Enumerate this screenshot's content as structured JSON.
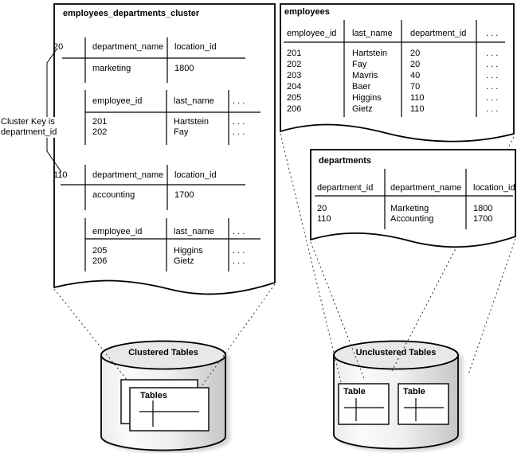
{
  "cluster_box": {
    "title": "employees_departments_cluster",
    "key_annotation": [
      "Cluster Key is",
      "department_id"
    ],
    "sections": [
      {
        "key": "20",
        "dept_headers": [
          "department_name",
          "location_id"
        ],
        "dept_row": [
          "marketing",
          "1800"
        ],
        "emp_headers": [
          "employee_id",
          "last_name",
          ". . ."
        ],
        "emp_rows": {
          "ids": [
            "201",
            "202"
          ],
          "names": [
            "Hartstein",
            "Fay"
          ],
          "dots": [
            ". . .",
            ". . ."
          ]
        }
      },
      {
        "key": "110",
        "dept_headers": [
          "department_name",
          "location_id"
        ],
        "dept_row": [
          "accounting",
          "1700"
        ],
        "emp_headers": [
          "employee_id",
          "last_name",
          ". . ."
        ],
        "emp_rows": {
          "ids": [
            "205",
            "206"
          ],
          "names": [
            "Higgins",
            "Gietz"
          ],
          "dots": [
            ". . .",
            ". . ."
          ]
        }
      }
    ]
  },
  "employees_table": {
    "title": "employees",
    "headers": [
      "employee_id",
      "last_name",
      "department_id",
      ". . ."
    ],
    "columns": {
      "employee_id": [
        "201",
        "202",
        "203",
        "204",
        "205",
        "206"
      ],
      "last_name": [
        "Hartstein",
        "Fay",
        "Mavris",
        "Baer",
        "Higgins",
        "Gietz"
      ],
      "department_id": [
        "20",
        "20",
        "40",
        "70",
        "110",
        "110"
      ],
      "dots": [
        ". . .",
        ". . .",
        ". . .",
        ". . .",
        ". . .",
        ". . ."
      ]
    }
  },
  "departments_table": {
    "title": "departments",
    "headers": [
      "department_id",
      "department_name",
      "location_id"
    ],
    "columns": {
      "department_id": [
        "20",
        "110"
      ],
      "department_name": [
        "Marketing",
        "Accounting"
      ],
      "location_id": [
        "1800",
        "1700"
      ]
    }
  },
  "clustered_storage": {
    "label": "Clustered Tables",
    "tables_label": "Tables"
  },
  "unclustered_storage": {
    "label": "Unclustered Tables",
    "table_labels": [
      "Table",
      "Table"
    ]
  },
  "colors": {
    "line": "#000000",
    "cylinder_top": "#e8e8e8",
    "cylinder_shade": "#c9c9c9",
    "background": "#ffffff"
  }
}
